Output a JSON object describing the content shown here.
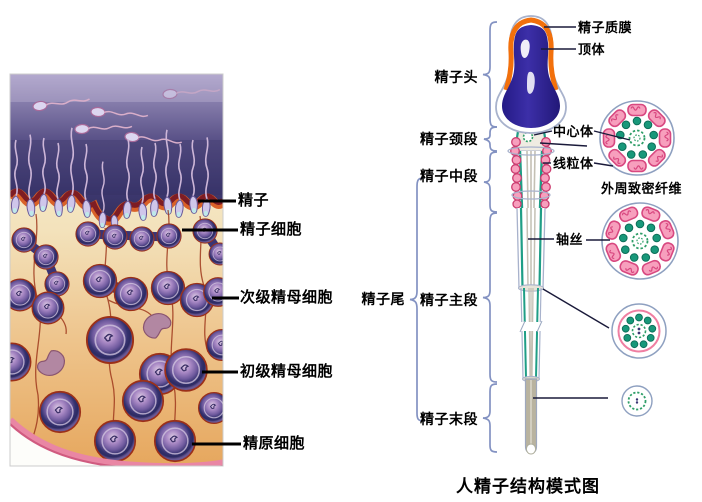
{
  "caption": "人精子结构模式图",
  "left_panel": {
    "labels": {
      "sperm": "精子",
      "spermatid": "精子细胞",
      "secondary_spermatocyte": "次级精母细胞",
      "primary_spermatocyte": "初级精母细胞",
      "spermatogonium": "精原细胞"
    }
  },
  "right_panel": {
    "labels": {
      "plasma_membrane": "精子质膜",
      "acrosome": "顶体",
      "head": "精子头",
      "neck": "精子颈段",
      "centriole": "中心体",
      "mitochondria": "线粒体",
      "midpiece": "精子中段",
      "outer_dense_fibers": "外周致密纤维",
      "axoneme": "轴丝",
      "tail": "精子尾",
      "principal_piece": "精子主段",
      "end_piece": "精子末段"
    }
  },
  "colors": {
    "acrosome_orange": "#f2700c",
    "nucleus_navy": "#2a1e90",
    "membrane_outline_blue": "#a8b2cc",
    "mitochondria_pink": "#f79fbd",
    "mitochondria_outline": "#d84880",
    "axoneme_green": "#1f9e86",
    "brace_blue": "#8392c2",
    "lumen_purple": "#4a4380",
    "tubule_wall_orange": "#eeb36a",
    "tubule_edge_maroon": "#7e1d24",
    "cell_rim_navy": "#2c2a62",
    "cell_outline_red": "#9c3018",
    "basement_membrane_pink": "#e986a4",
    "label_black": "#000000"
  }
}
